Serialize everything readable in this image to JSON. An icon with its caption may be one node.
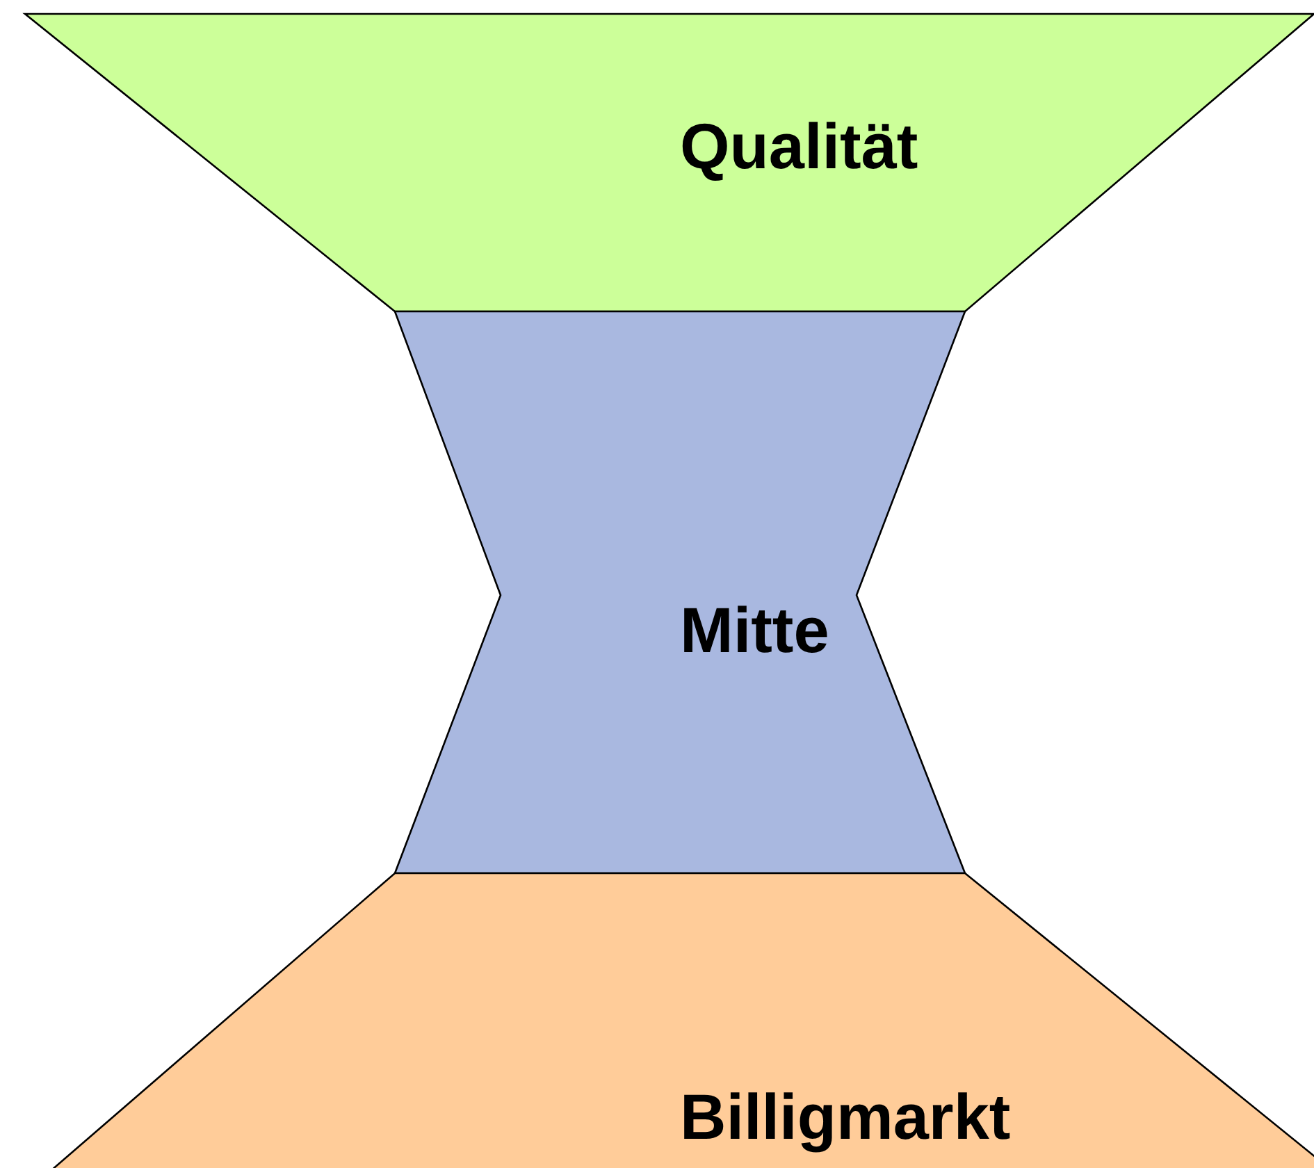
{
  "diagram": {
    "nodes": [
      {
        "text": [
          "Qualität"
        ]
      },
      {
        "text": [
          "Mitte"
        ]
      },
      {
        "text": [
          "Billigmarkt"
        ]
      }
    ]
  }
}
